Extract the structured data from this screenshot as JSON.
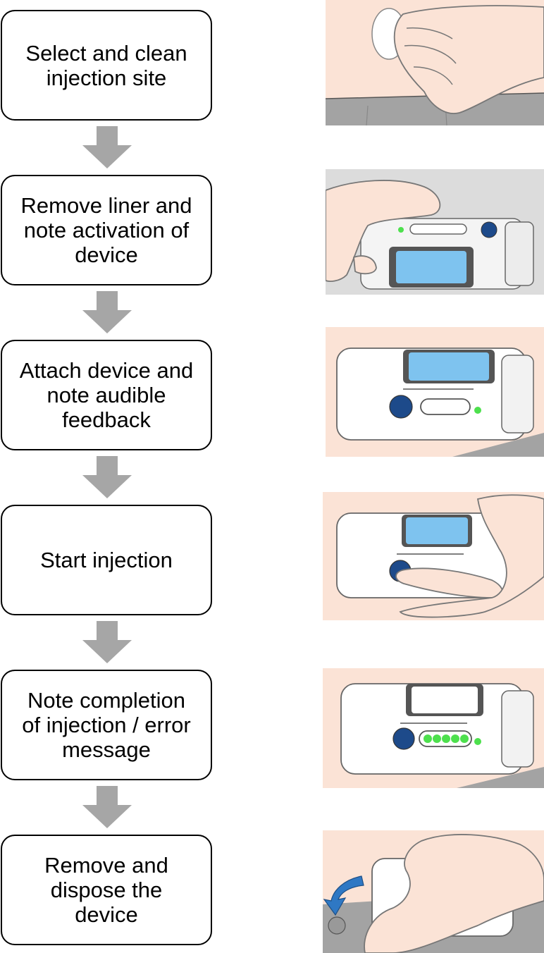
{
  "steps": [
    {
      "label": "Select and clean\ninjection site",
      "illustration": "alcohol-swab-cleaning-skin"
    },
    {
      "label": "Remove liner and\nnote activation of\ndevice",
      "illustration": "peeling-liner-from-device"
    },
    {
      "label": "Attach device and\nnote audible\nfeedback",
      "illustration": "device-attached-to-body"
    },
    {
      "label": "Start injection",
      "illustration": "pressing-start-button"
    },
    {
      "label": "Note completion\nof injection / error\nmessage",
      "illustration": "green-progress-lights"
    },
    {
      "label": "Remove and\ndispose the\ndevice",
      "illustration": "peeling-device-off"
    }
  ],
  "colors": {
    "skin": "#fbe3d6",
    "clothing": "#a3a3a3",
    "device_window": "#7ec3ef",
    "button": "#1d4a8a",
    "indicator_green": "#4de04d",
    "arrow": "#a6a6a6",
    "remove_arrow": "#2f78c4"
  }
}
